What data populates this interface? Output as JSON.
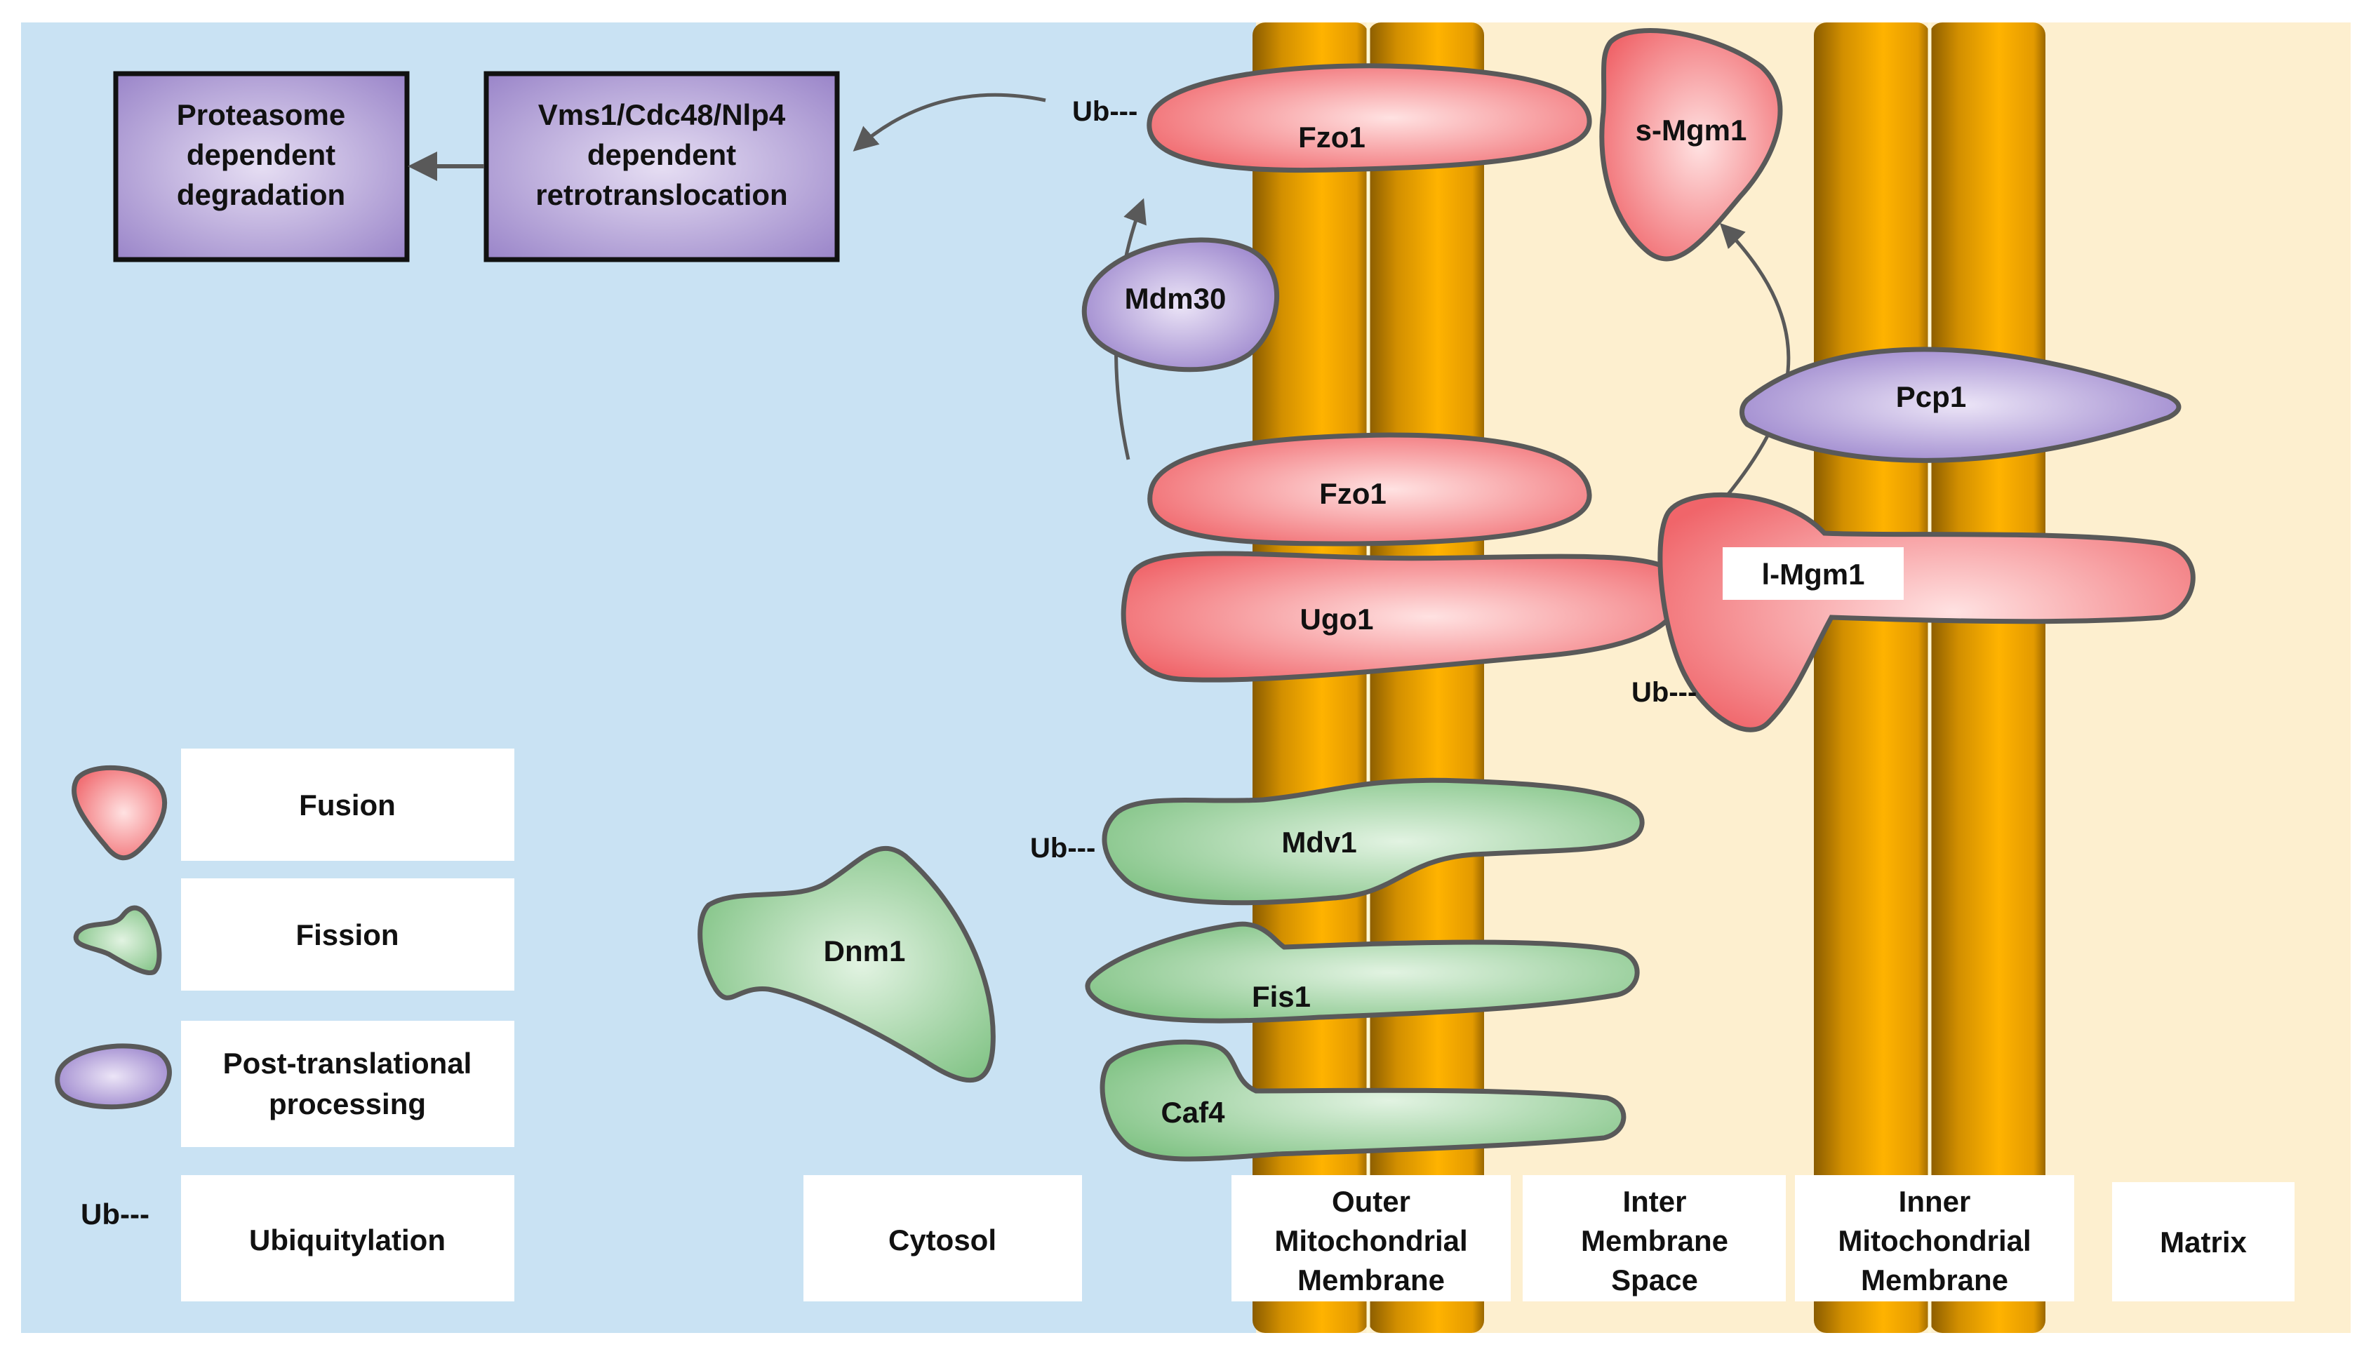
{
  "colors": {
    "cytosol_bg": "#c9e2f3",
    "ims_bg": "#fdefcf",
    "membrane_orange": "#f5a800",
    "membrane_dark": "#8a5c00",
    "fusion_red": "#f17a7d",
    "fission_green": "#8cc98f",
    "processing_purple": "#a48fd1",
    "box_purple": "#9b86c9",
    "outline": "#595959",
    "arrow": "#595959"
  },
  "boxes": {
    "proteasome": [
      "Proteasome",
      "dependent",
      "degradation"
    ],
    "vms1": [
      "Vms1/Cdc48/Nlp4",
      "dependent",
      "retrotranslocation"
    ]
  },
  "proteins": {
    "fzo1_top": "Fzo1",
    "fzo1_bottom": "Fzo1",
    "mdm30": "Mdm30",
    "ugo1": "Ugo1",
    "s_mgm1": "s-Mgm1",
    "pcp1": "Pcp1",
    "l_mgm1": "l-Mgm1",
    "mdv1": "Mdv1",
    "dnm1": "Dnm1",
    "fis1": "Fis1",
    "caf4": "Caf4"
  },
  "ub_tags": {
    "fzo1": "Ub---",
    "mgm1": "Ub---",
    "mdv1": "Ub---"
  },
  "legend": {
    "fusion": "Fusion",
    "fission": "Fission",
    "processing": [
      "Post-translational",
      "processing"
    ],
    "ub_symbol": "Ub---",
    "ubiquitylation": "Ubiquitylation"
  },
  "regions": {
    "cytosol": "Cytosol",
    "outer_membrane": [
      "Outer",
      "Mitochondrial",
      "Membrane"
    ],
    "intermembrane_space": [
      "Inter",
      "Membrane",
      "Space"
    ],
    "inner_membrane": [
      "Inner",
      "Mitochondrial",
      "Membrane"
    ],
    "matrix": "Matrix"
  }
}
